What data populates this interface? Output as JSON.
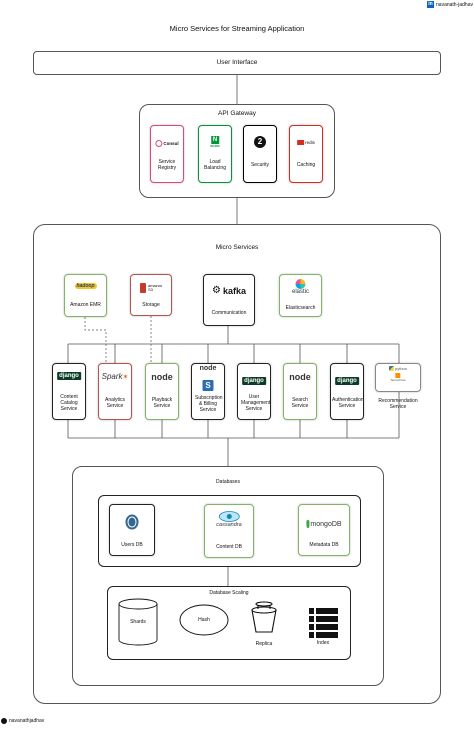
{
  "header": {
    "linkedin": "navanath-jadhav",
    "title": "Micro Services for Streaming Application"
  },
  "footer": {
    "github": "navanathjadhav"
  },
  "user_interface": {
    "label": "User Interface"
  },
  "api_gateway": {
    "title": "API Gateway",
    "items": [
      {
        "logo": "Consul",
        "label": "Service Registry",
        "accent": "#dc477d"
      },
      {
        "logo": "NGINX",
        "label": "Load Balancing",
        "accent": "#009639"
      },
      {
        "logo": "2",
        "label": "Security",
        "accent": "#000000"
      },
      {
        "logo": "redis",
        "label": "Caching",
        "accent": "#d82c20"
      }
    ]
  },
  "micro_services": {
    "title": "Micro Services",
    "top": [
      {
        "logo": "hadoop",
        "label": "Amazon EMR",
        "accent": "#82b366"
      },
      {
        "logo": "amazon S3",
        "label": "Storage",
        "accent": "#b85450"
      },
      {
        "logo": "kafka",
        "label": "Communication",
        "accent": "#000000"
      },
      {
        "logo": "elastic",
        "label": "Elasticsearch",
        "accent": "#82b366"
      }
    ],
    "services": [
      {
        "logo": "django",
        "label": "Content Catalog Service",
        "accent": "#000000"
      },
      {
        "logo": "Spark",
        "label": "Analytics Service",
        "accent": "#b85450"
      },
      {
        "logo": "node",
        "label": "Playback Service",
        "accent": "#82b366"
      },
      {
        "logo": "node",
        "label": "Subscription & Billing Service",
        "accent": "#000000"
      },
      {
        "logo": "django",
        "label": "User Management Service",
        "accent": "#000000"
      },
      {
        "logo": "node",
        "label": "Search Service",
        "accent": "#82b366"
      },
      {
        "logo": "django",
        "label": "Authentication Service",
        "accent": "#000000"
      },
      {
        "logo": "python",
        "logo2": "TensorFlow",
        "label": "Recommendation Service",
        "accent": "#888888"
      }
    ]
  },
  "databases": {
    "title": "Databases",
    "items": [
      {
        "label": "Users DB",
        "accent": "#000000"
      },
      {
        "logo": "cassandra",
        "label": "Content DB",
        "accent": "#82b366"
      },
      {
        "logo": "mongoDB",
        "label": "Metadata DB",
        "accent": "#82b366"
      }
    ]
  },
  "database_scaling": {
    "title": "Database Scaling",
    "items": [
      {
        "label": "Shards"
      },
      {
        "label": "Hash"
      },
      {
        "label": "Replica"
      },
      {
        "label": "Index"
      }
    ]
  }
}
